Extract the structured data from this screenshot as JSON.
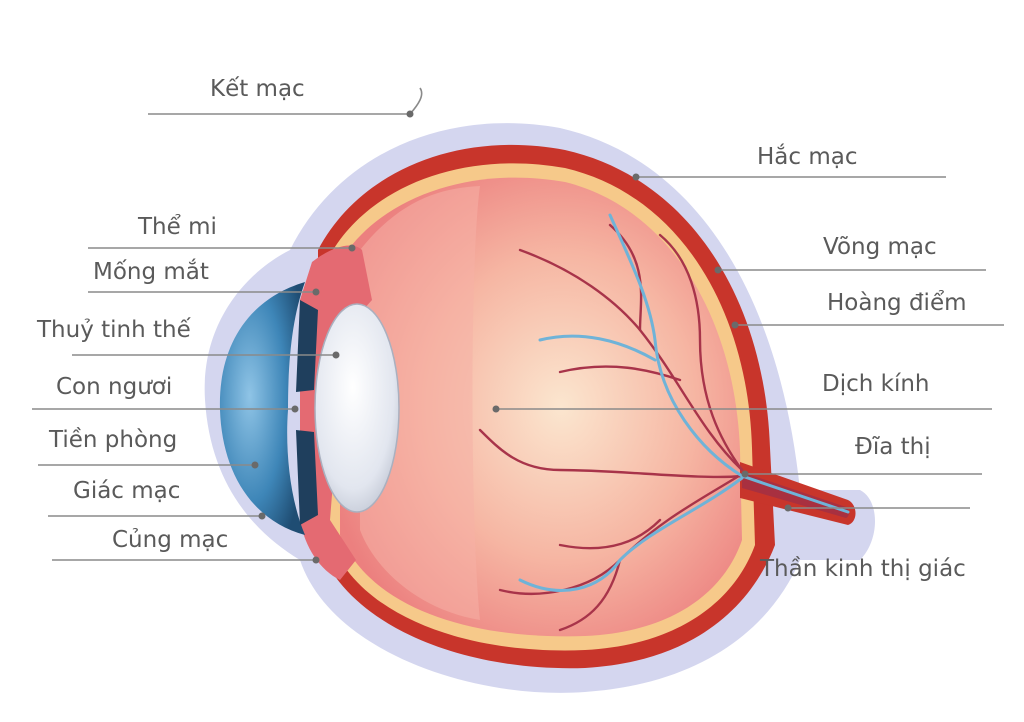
{
  "diagram": {
    "labels": {
      "conjunctiva": "Kết mạc",
      "choroid": "Hắc mạc",
      "ciliary_body": "Thể mi",
      "iris": "Mống mắt",
      "retina": "Võng mạc",
      "macula": "Hoàng điểm",
      "lens": "Thuỷ tinh thế",
      "pupil": "Con ngươi",
      "vitreous": "Dịch kính",
      "anterior_chamber": "Tiền phòng",
      "optic_disc": "Đĩa thị",
      "cornea": "Giác mạc",
      "sclera": "Củng mạc",
      "optic_nerve": "Thần kinh thị giác"
    },
    "colors": {
      "conjunctiva_layer": "#d4d6ef",
      "sclera_outer": "#c8352b",
      "retina_band": "#f6c98a",
      "vitreous_center": "#fbe3c9",
      "vitreous_edge": "#ef8a85",
      "cornea": "#4f97c5",
      "lens": "#e9ecf4",
      "vessel_red": "#a8344a",
      "vessel_blue": "#6fb3d8",
      "label_text": "#5a5a5a"
    }
  }
}
